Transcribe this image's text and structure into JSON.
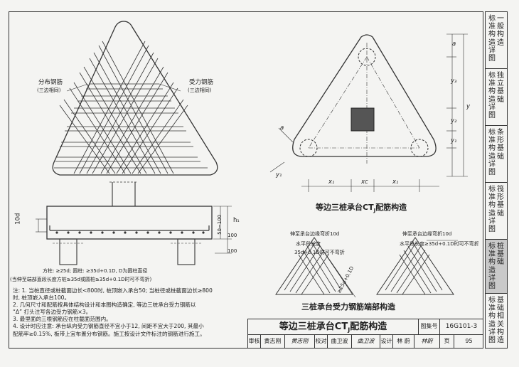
{
  "left_drawing": {
    "label_distribution_bar": "分布钢筋",
    "label_distribution_sub": "(三边相同)",
    "label_stress_bar": "受力钢筋",
    "label_stress_sub": "(三边相同)",
    "dim_10d": "10d",
    "dim_50_100": "50~100",
    "dim_h1": "h₁",
    "dim_100_a": "100",
    "dim_100_b": "100",
    "anchor_note_1": "方柱: ≥25d; 圆柱: ≥35d+0.1D, D为圆柱直径",
    "anchor_note_2": "(当伸至端部直段长度方桩≥35d或圆桩≥35d+0.1D时可不弯折)"
  },
  "plan_view": {
    "dim_a_top": "a",
    "dim_y3": "y₃",
    "dim_y2": "y₂",
    "dim_y1": "y₁",
    "dim_y": "y",
    "dim_a_side": "a",
    "dim_y1_left": "y₁",
    "dim_x1_left": "x₁",
    "dim_xc": "xc",
    "dim_x1_right": "x₁",
    "title": "等边三桩承台CT",
    "title_sub": "J",
    "title_end": "配筋构造"
  },
  "end_detail": {
    "left_note_1": "伸至承台边缘弯折10d",
    "left_note_2": "水平段长度",
    "left_note_3": "35d+0.1D时可不弯折",
    "left_dim": "≥25d+0.1D",
    "right_note_1": "伸至承台边缘弯折10d",
    "right_note_2": "水平段长度≥35d+0.1D时可不弯折",
    "title": "三桩承台受力钢筋端部构造"
  },
  "notes": [
    "注: 1. 当桩直径或桩截面边长<800时, 桩顶嵌入承台50; 当桩径或桩截面边长≥800",
    "        时, 桩顶嵌入承台100。",
    "    2. 几何尺寸和配筋按具体结构设计和本图构造确定, 等边三桩承台受力钢筋以",
    "        “Δ” 打头注写各边受力钢筋×3。",
    "    3. 最里面的三根钢筋应在柱截面范围内。",
    "    4. 设计时应注意: 承台纵向受力钢筋直径不宜小于12, 间距不宜大于200, 其最小",
    "        配筋率≥0.15%, 板带上宜布置分布钢筋。施工按设计文件标注的钢筋进行施工。"
  ],
  "title_block": {
    "title_main": "等边三桩承台CT",
    "title_sub": "J",
    "title_end": "配筋构造",
    "atlas_label": "图集号",
    "atlas_no": "16G101-3",
    "review_label": "审核",
    "review_name": "黄志刚",
    "review_sign": "黄志刚",
    "check_label": "校对",
    "check_name": "曲卫波",
    "check_sign": "曲卫波",
    "design_label": "设计",
    "design_name": "林  蔚",
    "design_sign": "林蔚",
    "page_label": "页",
    "page_no": "95"
  },
  "side_tabs": [
    {
      "col1": "标准构造详图",
      "col2": "一般构造",
      "active": false
    },
    {
      "col1": "标准构造详图",
      "col2": "独立基础",
      "active": false
    },
    {
      "col1": "标准构造详图",
      "col2": "条形基础",
      "active": false
    },
    {
      "col1": "标准构造详图",
      "col2": "筏形基础",
      "active": false
    },
    {
      "col1": "标准构造详图",
      "col2": "桩基础",
      "active": true
    },
    {
      "col1": "标准构造详图",
      "col2": "基础相关构造",
      "active": false
    }
  ]
}
